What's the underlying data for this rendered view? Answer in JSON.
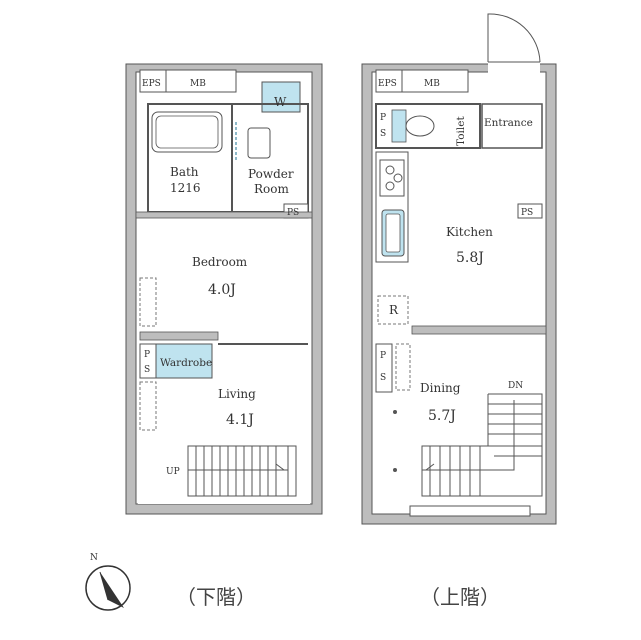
{
  "colors": {
    "wall": "#bdbdbd",
    "line": "#555555",
    "fixture": "#bfe3ef",
    "text": "#333333"
  },
  "lower_floor": {
    "caption": "（下階）",
    "eps": "EPS",
    "mb": "MB",
    "washer": "W",
    "bath": "Bath",
    "bath_size": "1216",
    "powder": "Powder",
    "powder2": "Room",
    "ps_top": "PS",
    "bedroom": "Bedroom",
    "bedroom_size": "4.0J",
    "ps_left_p": "P",
    "ps_left_s": "S",
    "wardrobe": "Wardrobe",
    "living": "Living",
    "living_size": "4.1J",
    "up": "UP"
  },
  "upper_floor": {
    "caption": "（上階）",
    "eps": "EPS",
    "mb": "MB",
    "ps_p": "P",
    "ps_s": "S",
    "toilet": "Toilet",
    "entrance": "Entrance",
    "ps_kitchen": "PS",
    "kitchen": "Kitchen",
    "kitchen_size": "5.8J",
    "fridge": "R",
    "ps2_p": "P",
    "ps2_s": "S",
    "dining": "Dining",
    "dining_size": "5.7J",
    "dn": "DN"
  },
  "compass": {
    "north": "N"
  }
}
